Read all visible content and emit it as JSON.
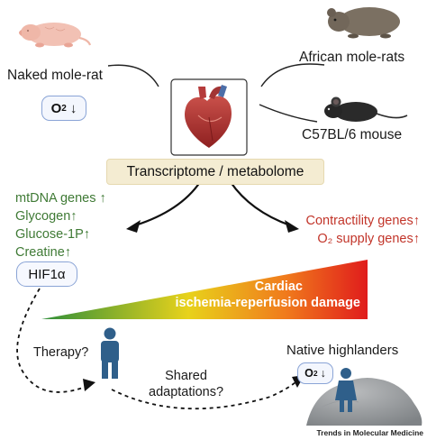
{
  "species": {
    "naked_mole_rat": "Naked mole-rat",
    "african_mole_rats": "African mole-rats",
    "mouse": "C57BL/6 mouse"
  },
  "hypoxia_badge": {
    "main": "O",
    "sub": "2",
    "arrow": "↓"
  },
  "omics_box": "Transcriptome / metabolome",
  "up_in_mole_rat": [
    "mtDNA genes ↑",
    "Glycogen↑",
    "Glucose-1P↑",
    "Creatine↑"
  ],
  "up_in_mouse": [
    "Contractility genes↑",
    "O₂ supply genes↑"
  ],
  "hif_label": "HIF1α",
  "damage_label": {
    "line1": "Cardiac",
    "line2": "ischemia-reperfusion damage"
  },
  "therapy_label": "Therapy?",
  "shared_label": {
    "line1": "Shared",
    "line2": "adaptations?"
  },
  "highlanders_label": "Native highlanders",
  "journal": "Trends in Molecular Medicine",
  "colors": {
    "green": "#3f7a35",
    "red": "#c2352a",
    "badge_border": "#8aa4d6",
    "box_fill": "#f4ecd2",
    "figure_blue": "#2f5f8a"
  }
}
